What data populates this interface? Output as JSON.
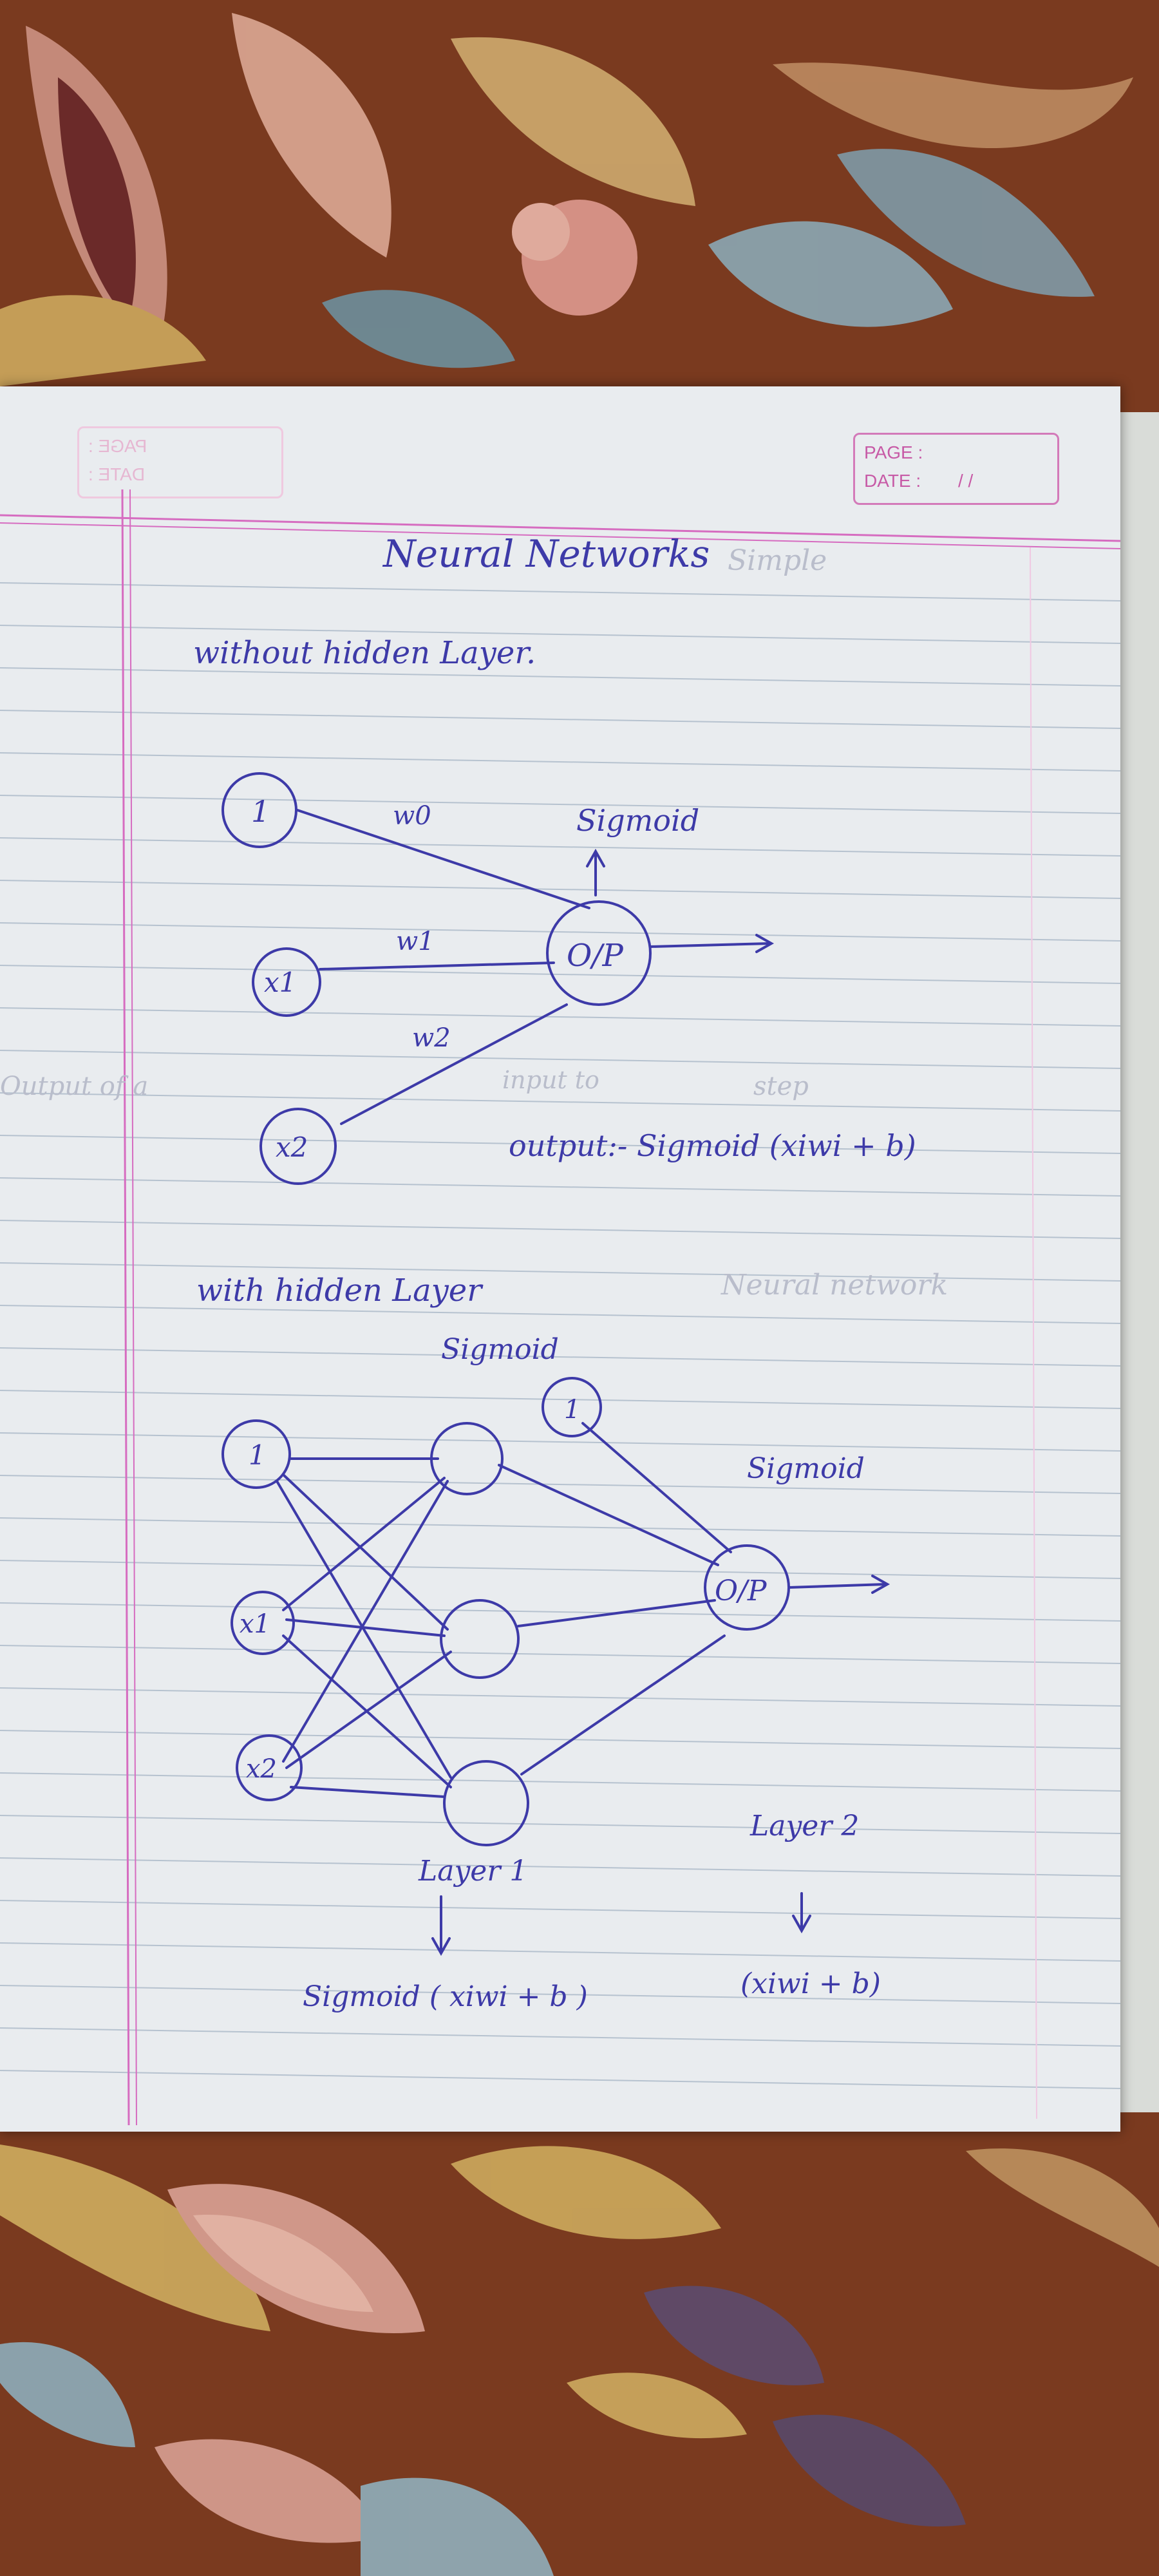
{
  "header": {
    "page_label": "PAGE :",
    "date_label": "DATE :",
    "date_value": "/     /"
  },
  "title": "Neural Networks",
  "section1": {
    "heading": "without hidden Layer.",
    "bias_node": "1",
    "input1": "x1",
    "input2": "x2",
    "output_node": "O/P",
    "activation": "Sigmoid",
    "weights": [
      "w0",
      "w1",
      "w2"
    ],
    "formula": "output:- Sigmoid (xiwi + b)"
  },
  "section2": {
    "heading": "with hidden Layer",
    "activation_top": "Sigmoid",
    "activation_out": "Sigmoid",
    "bias_input": "1",
    "bias_hidden": "1",
    "input1": "x1",
    "input2": "x2",
    "output_node": "O/P",
    "layer1_label": "Layer 1",
    "layer1_formula": "Sigmoid ( xiwi + b )",
    "layer2_label": "Layer 2",
    "layer2_formula": "(xiwi + b)"
  }
}
